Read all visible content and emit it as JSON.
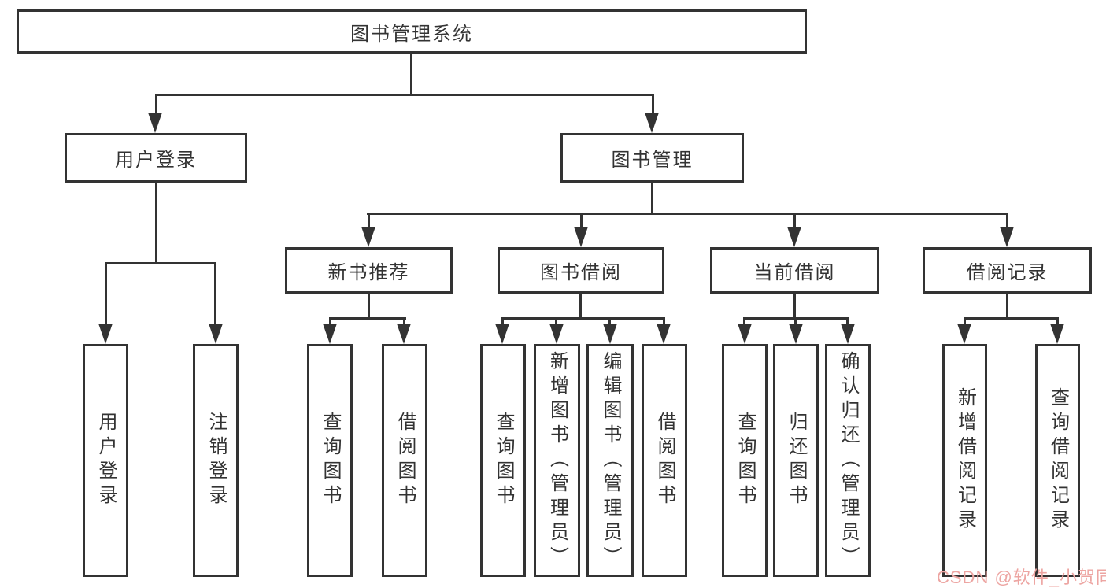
{
  "diagram_title": "图书管理系统",
  "tree": {
    "root": {
      "label": "图书管理系统"
    },
    "branches": [
      {
        "label": "用户登录",
        "children": [
          {
            "label": "用户登录"
          },
          {
            "label": "注销登录"
          }
        ]
      },
      {
        "label": "图书管理",
        "groups": [
          {
            "label": "新书推荐",
            "children": [
              {
                "label": "查询图书"
              },
              {
                "label": "借阅图书"
              }
            ]
          },
          {
            "label": "图书借阅",
            "children": [
              {
                "label": "查询图书"
              },
              {
                "label": "新增图书（管理员）"
              },
              {
                "label": "编辑图书（管理员）"
              },
              {
                "label": "借阅图书"
              }
            ]
          },
          {
            "label": "当前借阅",
            "children": [
              {
                "label": "查询图书"
              },
              {
                "label": "归还图书"
              },
              {
                "label": "确认归还（管理员）"
              }
            ]
          },
          {
            "label": "借阅记录",
            "children": [
              {
                "label": "新增借阅记录"
              },
              {
                "label": "查询借阅记录"
              }
            ]
          }
        ]
      }
    ]
  },
  "watermark": {
    "text": "CSDN @软件_小贺同学",
    "color": "#eda5a2"
  },
  "colors": {
    "line": "#333333",
    "box_border": "#333333",
    "text": "#333333",
    "background": "#ffffff"
  }
}
